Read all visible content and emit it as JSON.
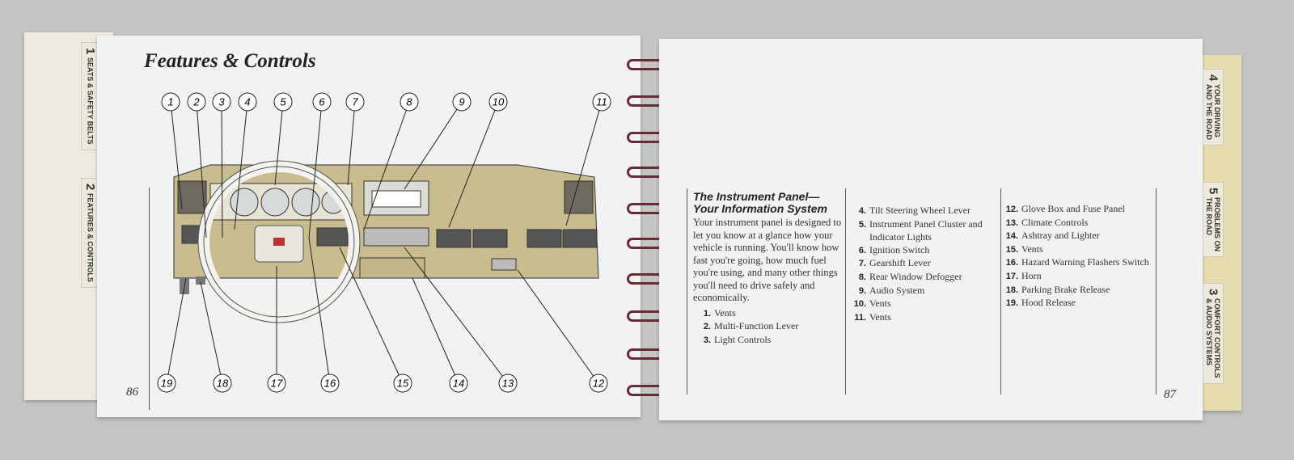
{
  "left_page": {
    "title": "Features & Controls",
    "page_number": "86",
    "tabs": [
      {
        "number": "1",
        "label": "SEATS & SAFETY BELTS"
      },
      {
        "number": "2",
        "label": "FEATURES & CONTROLS"
      }
    ],
    "callouts_top": [
      "1",
      "2",
      "3",
      "4",
      "5",
      "6",
      "7",
      "8",
      "9",
      "10",
      "11"
    ],
    "callouts_bottom": [
      "19",
      "18",
      "17",
      "16",
      "15",
      "14",
      "13",
      "12"
    ]
  },
  "right_page": {
    "heading_line1": "The Instrument Panel—",
    "heading_line2": "Your Information System",
    "intro": "Your instrument panel is designed to let you know at a glance how your vehicle is running. You'll know how fast you're going, how much fuel you're using, and many other things you'll need to drive safely and economically.",
    "page_number": "87",
    "items": [
      {
        "n": "1.",
        "label": "Vents"
      },
      {
        "n": "2.",
        "label": "Multi-Function Lever"
      },
      {
        "n": "3.",
        "label": "Light Controls"
      },
      {
        "n": "4.",
        "label": "Tilt Steering Wheel Lever"
      },
      {
        "n": "5.",
        "label": "Instrument Panel Cluster and Indicator Lights"
      },
      {
        "n": "6.",
        "label": "Ignition Switch"
      },
      {
        "n": "7.",
        "label": "Gearshift Lever"
      },
      {
        "n": "8.",
        "label": "Rear Window Defogger"
      },
      {
        "n": "9.",
        "label": "Audio System"
      },
      {
        "n": "10.",
        "label": "Vents"
      },
      {
        "n": "11.",
        "label": "Vents"
      },
      {
        "n": "12.",
        "label": "Glove Box and Fuse Panel"
      },
      {
        "n": "13.",
        "label": "Climate Controls"
      },
      {
        "n": "14.",
        "label": "Ashtray and Lighter"
      },
      {
        "n": "15.",
        "label": "Vents"
      },
      {
        "n": "16.",
        "label": "Hazard Warning Flashers Switch"
      },
      {
        "n": "17.",
        "label": "Horn"
      },
      {
        "n": "18.",
        "label": "Parking Brake Release"
      },
      {
        "n": "19.",
        "label": "Hood Release"
      }
    ],
    "tabs": [
      {
        "number": "4",
        "label": "YOUR DRIVING\nAND THE ROAD"
      },
      {
        "number": "5",
        "label": "PROBLEMS ON\nTHE ROAD"
      },
      {
        "number": "3",
        "label": "COMFORT CONTROLS\n& AUDIO SYSTEMS"
      }
    ]
  }
}
